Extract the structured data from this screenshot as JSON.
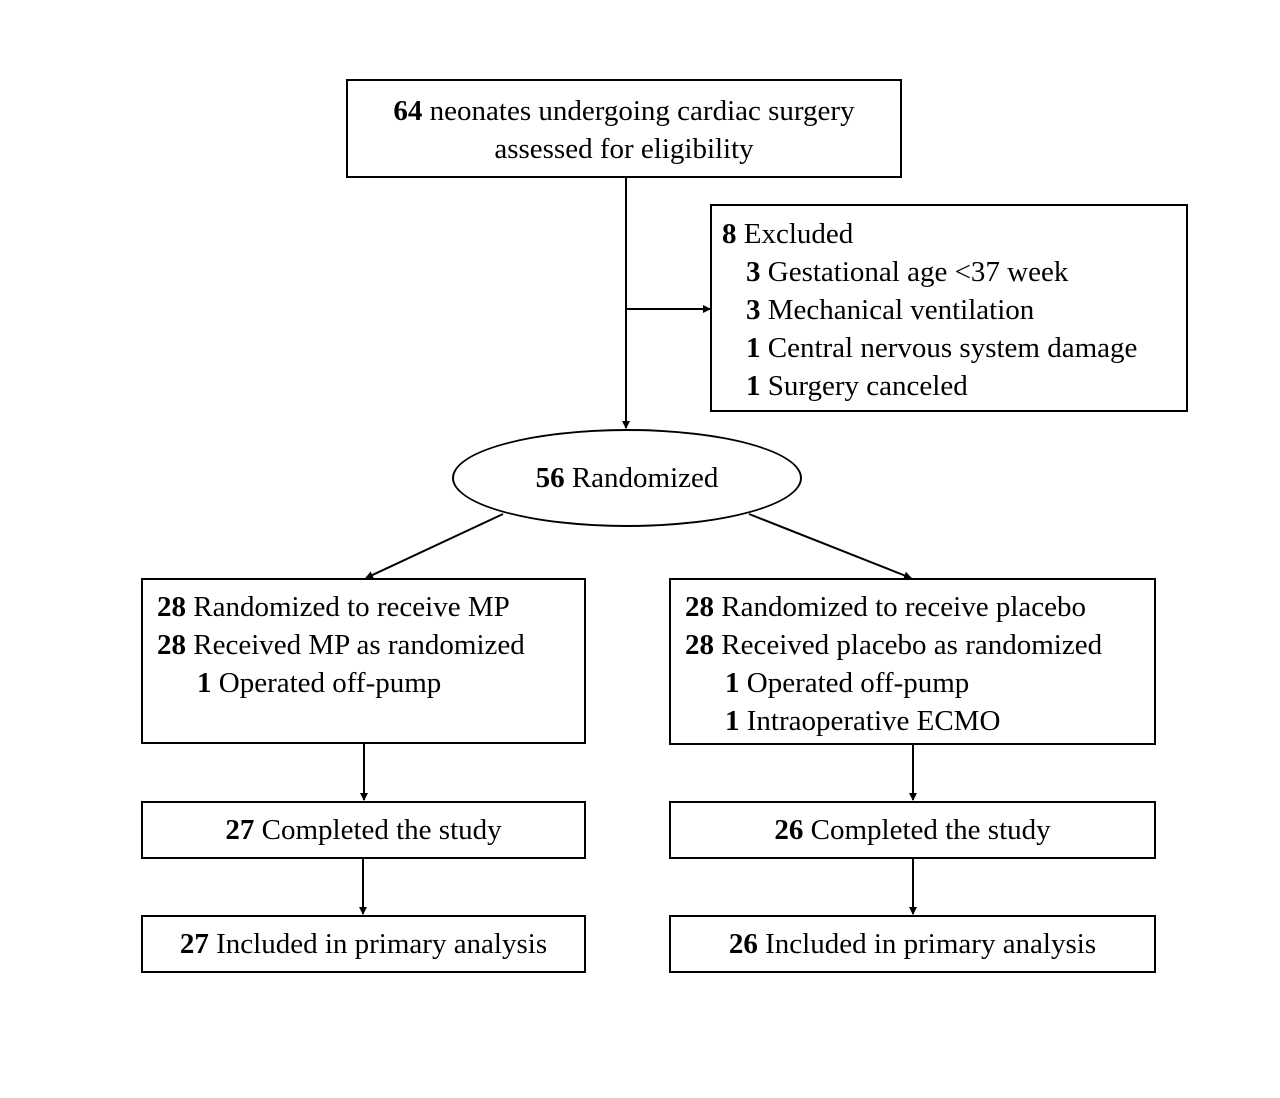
{
  "assessed": {
    "n": "64",
    "line1": " neonates undergoing cardiac surgery",
    "line2": "assessed for eligibility"
  },
  "excluded": {
    "n": "8",
    "label": " Excluded",
    "items": [
      {
        "n": "3",
        "label": " Gestational age <37 week"
      },
      {
        "n": "3",
        "label": " Mechanical ventilation"
      },
      {
        "n": "1",
        "label": " Central nervous system damage"
      },
      {
        "n": "1",
        "label": " Surgery canceled"
      }
    ]
  },
  "randomized": {
    "n": "56",
    "label": " Randomized"
  },
  "mp_arm": {
    "allocated": {
      "n": "28",
      "label": " Randomized to receive MP"
    },
    "received": {
      "n": "28",
      "label": " Received MP as randomized"
    },
    "notes": [
      {
        "n": "1",
        "label": " Operated off-pump"
      }
    ],
    "completed": {
      "n": "27",
      "label": " Completed the study"
    },
    "analyzed": {
      "n": "27",
      "label": " Included in primary analysis"
    }
  },
  "placebo_arm": {
    "allocated": {
      "n": "28",
      "label": " Randomized to receive placebo"
    },
    "received": {
      "n": "28",
      "label": " Received placebo as randomized"
    },
    "notes": [
      {
        "n": "1",
        "label": " Operated off-pump"
      },
      {
        "n": "1",
        "label": " Intraoperative ECMO"
      }
    ],
    "completed": {
      "n": "26",
      "label": " Completed the study"
    },
    "analyzed": {
      "n": "26",
      "label": " Included in primary analysis"
    }
  }
}
